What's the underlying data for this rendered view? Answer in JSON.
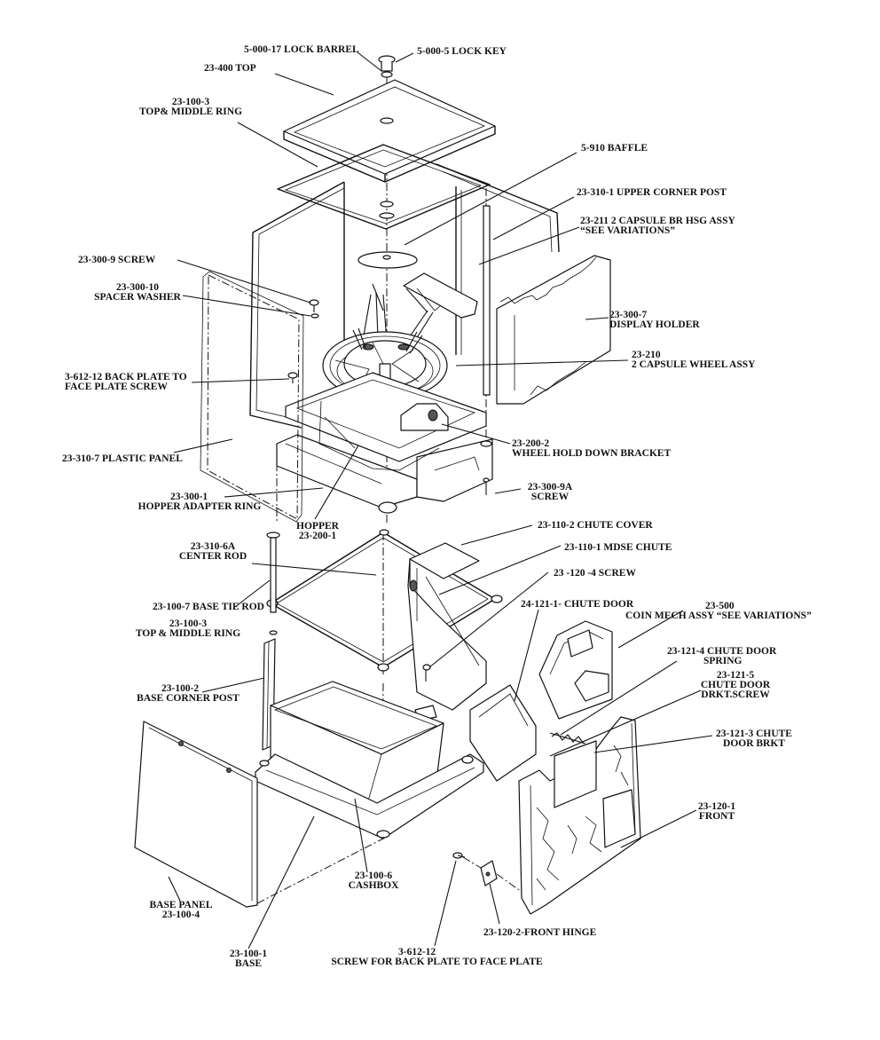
{
  "labels": {
    "lock_barrel": "5-000-17 LOCK BARREL",
    "lock_key": "5-000-5  LOCK  KEY",
    "top": "23-400 TOP",
    "top_middle_ring_top_1": "23-100-3",
    "top_middle_ring_top_2": "TOP& MIDDLE RING",
    "baffle": "5-910 BAFFLE",
    "upper_corner_post": "23-310-1 UPPER CORNER POST",
    "capsule_br_hsg_1": "23-211 2 CAPSULE BR HSG ASSY",
    "capsule_br_hsg_2": "“SEE VARIATIONS”",
    "screw_300_9": "23-300-9 SCREW",
    "spacer_washer_1": "23-300-10",
    "spacer_washer_2": "SPACER WASHER",
    "display_holder_1": "23-300-7",
    "display_holder_2": "DISPLAY HOLDER",
    "back_plate_screw_1": "3-612-12 BACK PLATE TO",
    "back_plate_screw_2": "FACE PLATE SCREW",
    "capsule_wheel_1": "23-210",
    "capsule_wheel_2": "2 CAPSULE WHEEL ASSY",
    "plastic_panel": "23-310-7 PLASTIC PANEL",
    "wheel_bracket_1": "23-200-2",
    "wheel_bracket_2": "WHEEL HOLD DOWN  BRACKET",
    "hopper_adapter_1": "23-300-1",
    "hopper_adapter_2": "HOPPER ADAPTER RING",
    "hopper_1": "HOPPER",
    "hopper_2": "23-200-1",
    "screw_9a_1": "23-300-9A",
    "screw_9a_2": "SCREW",
    "chute_cover": "23-110-2 CHUTE COVER",
    "center_rod_1": "23-310-6A",
    "center_rod_2": "CENTER ROD",
    "mdse_chute": "23-110-1 MDSE CHUTE",
    "screw_120_4": "23 -120 -4 SCREW",
    "chute_door": "24-121-1- CHUTE DOOR",
    "coin_mech_1": "23-500",
    "coin_mech_2": "COIN MECH ASSY “SEE VARIATIONS”",
    "base_tie_rod": "23-100-7 BASE TIE ROD",
    "top_middle_ring_mid_1": "23-100-3",
    "top_middle_ring_mid_2": "TOP & MIDDLE RING",
    "chute_door_spring_1": "23-121-4 CHUTE DOOR",
    "chute_door_spring_2": "SPRING",
    "chute_door_screw_1": "23-121-5",
    "chute_door_screw_2": "CHUTE DOOR",
    "chute_door_screw_3": "DRKT.SCREW",
    "base_corner_post_1": "23-100-2",
    "base_corner_post_2": "BASE CORNER POST",
    "chute_door_brkt_1": "23-121-3 CHUTE",
    "chute_door_brkt_2": "DOOR BRKT",
    "front_1": "23-120-1",
    "front_2": "FRONT",
    "cashbox_1": "23-100-6",
    "cashbox_2": "CASHBOX",
    "base_panel_1": "BASE PANEL",
    "base_panel_2": "23-100-4",
    "front_hinge": "23-120-2-FRONT HINGE",
    "screw_back_plate_1": "3-612-12",
    "screw_back_plate_2": "SCREW FOR BACK PLATE  TO  FACE PLATE",
    "base_1": "23-100-1",
    "base_2": "BASE"
  }
}
